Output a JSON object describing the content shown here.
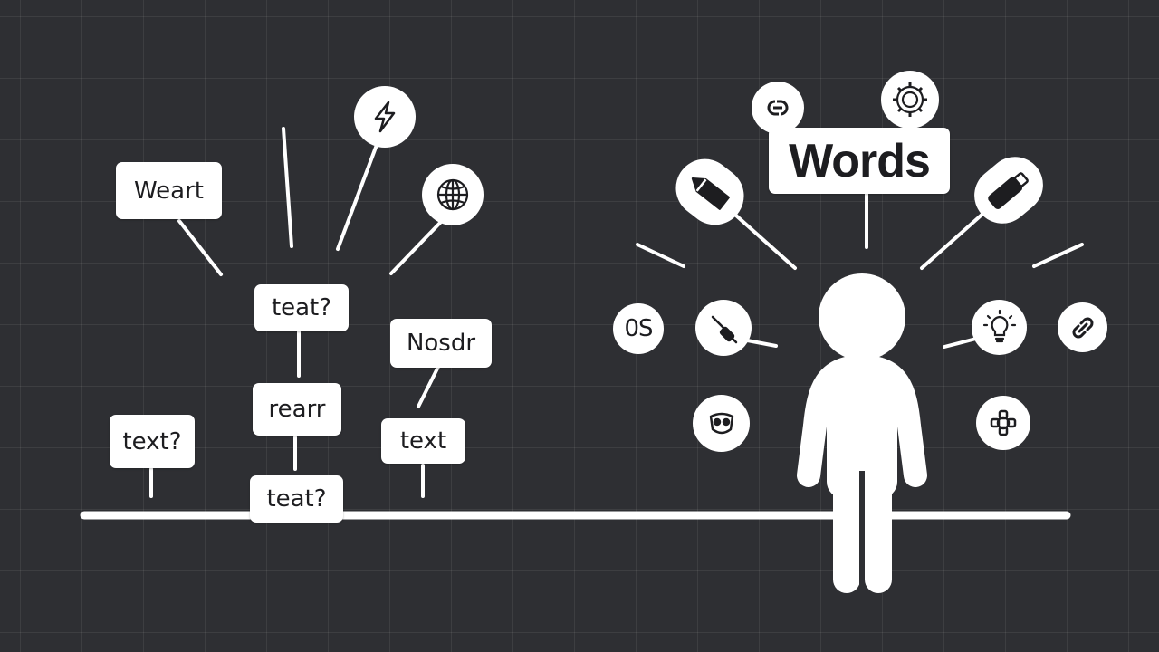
{
  "colors": {
    "background": "#2e2f33",
    "ink": "#ffffff",
    "text": "#1d1d20"
  },
  "labels": {
    "weart": "Weart",
    "teat_top": "teat?",
    "nosdr": "Nosdr",
    "rearr": "rearr",
    "text_q": "text?",
    "text": "text",
    "teat_bottom": "teat?",
    "words": "Words",
    "os_badge": "0S"
  },
  "icons": [
    "lightning-icon",
    "globe-icon",
    "link-icon",
    "gear-icon",
    "pen-icon",
    "marker-icon",
    "brush-icon",
    "lightbulb-icon",
    "chain-icon",
    "mask-icon",
    "gamepad-icon"
  ]
}
